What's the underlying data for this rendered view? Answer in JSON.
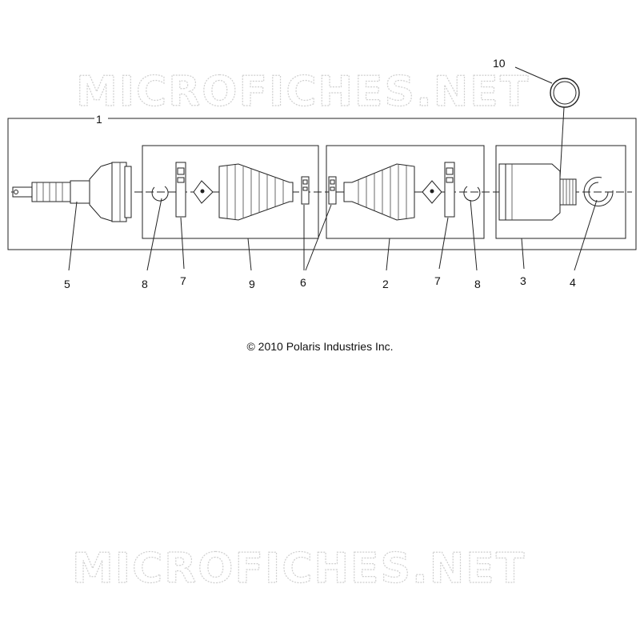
{
  "watermark": {
    "text": "MICROFICHES.NET"
  },
  "copyright": "© 2010 Polaris Industries Inc.",
  "callouts": [
    {
      "id": "1",
      "label": "1"
    },
    {
      "id": "2",
      "label": "2"
    },
    {
      "id": "3",
      "label": "3"
    },
    {
      "id": "4",
      "label": "4"
    },
    {
      "id": "5",
      "label": "5"
    },
    {
      "id": "6",
      "label": "6"
    },
    {
      "id": "7a",
      "label": "7"
    },
    {
      "id": "7b",
      "label": "7"
    },
    {
      "id": "8a",
      "label": "8"
    },
    {
      "id": "8b",
      "label": "8"
    },
    {
      "id": "9",
      "label": "9"
    },
    {
      "id": "10",
      "label": "10"
    }
  ]
}
